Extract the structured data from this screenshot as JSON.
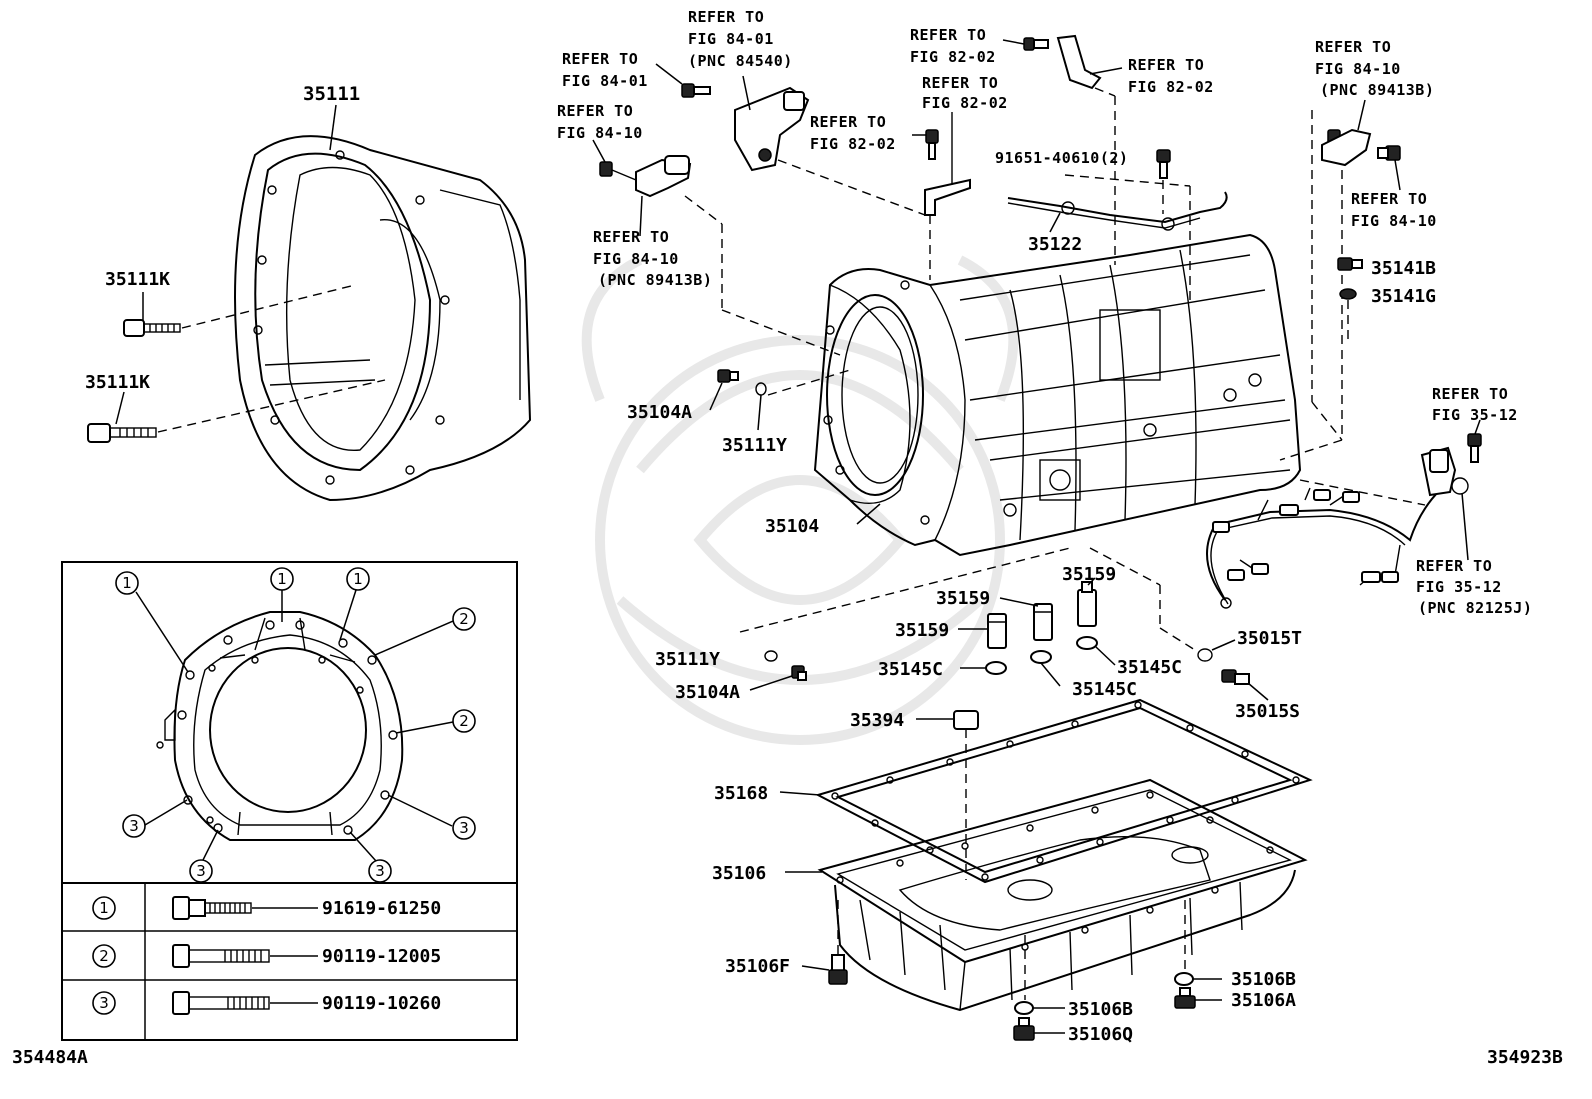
{
  "diagram": {
    "figure_codes": {
      "left": "354484A",
      "right": "354923B"
    },
    "watermark_icon": "samurai-helmet-watermark",
    "references": {
      "fig_84_01_pnc_84540": [
        "REFER TO",
        "FIG 84-01",
        "(PNC 84540)"
      ],
      "fig_84_01": [
        "REFER TO",
        "FIG 84-01"
      ],
      "fig_84_10_left": [
        "REFER TO",
        "FIG 84-10"
      ],
      "fig_84_10_pnc_89413b_left": [
        "REFER TO",
        "FIG 84-10",
        "(PNC 89413B)"
      ],
      "fig_82_02_a": [
        "REFER TO",
        "FIG 82-02"
      ],
      "fig_82_02_b": [
        "REFER TO",
        "FIG 82-02"
      ],
      "fig_82_02_c": [
        "REFER TO",
        "FIG 82-02"
      ],
      "fig_82_02_d": [
        "REFER TO",
        "FIG 82-02"
      ],
      "fig_84_10_pnc_89413b_right": [
        "REFER TO",
        "FIG 84-10",
        "(PNC 89413B)"
      ],
      "fig_84_10_right": [
        "REFER TO",
        "FIG 84-10"
      ],
      "fig_35_12": [
        "REFER TO",
        "FIG 35-12"
      ],
      "fig_35_12_pnc_82125j": [
        "REFER TO",
        "FIG 35-12",
        "(PNC 82125J)"
      ]
    },
    "part_numbers": {
      "housing": "35111",
      "housing_bolt_1": "35111K",
      "housing_bolt_2": "35111K",
      "case": "35104",
      "plug_1": "35104A",
      "oring_1": "35111Y",
      "oring_2": "35111Y",
      "plug_2": "35104A",
      "tube": "35122",
      "bolt_2x": "91651-40610(2)",
      "bolt_b": "35141B",
      "washer_g": "35141G",
      "sleeve_1": "35159",
      "sleeve_2": "35159",
      "sleeve_3": "35159",
      "gasket_c_1": "35145C",
      "gasket_c_2": "35145C",
      "gasket_c_3": "35145C",
      "oring_t": "35015T",
      "sensor_s": "35015S",
      "magnet": "35394",
      "pan_gasket": "35168",
      "oil_pan": "35106",
      "pan_bolt": "35106F",
      "drain_gasket_b1": "35106B",
      "drain_gasket_b2": "35106B",
      "drain_plug_a": "35106A",
      "drain_plug_q": "35106Q"
    },
    "legend": {
      "rows": [
        {
          "index": "1",
          "part": "91619-61250"
        },
        {
          "index": "2",
          "part": "90119-12005"
        },
        {
          "index": "3",
          "part": "90119-10260"
        }
      ]
    },
    "callout_numbers": {
      "c1": "1",
      "c2": "1",
      "c3": "1",
      "c4": "2",
      "c5": "2",
      "c6": "3",
      "c7": "3",
      "c8": "3",
      "c9": "3"
    }
  }
}
